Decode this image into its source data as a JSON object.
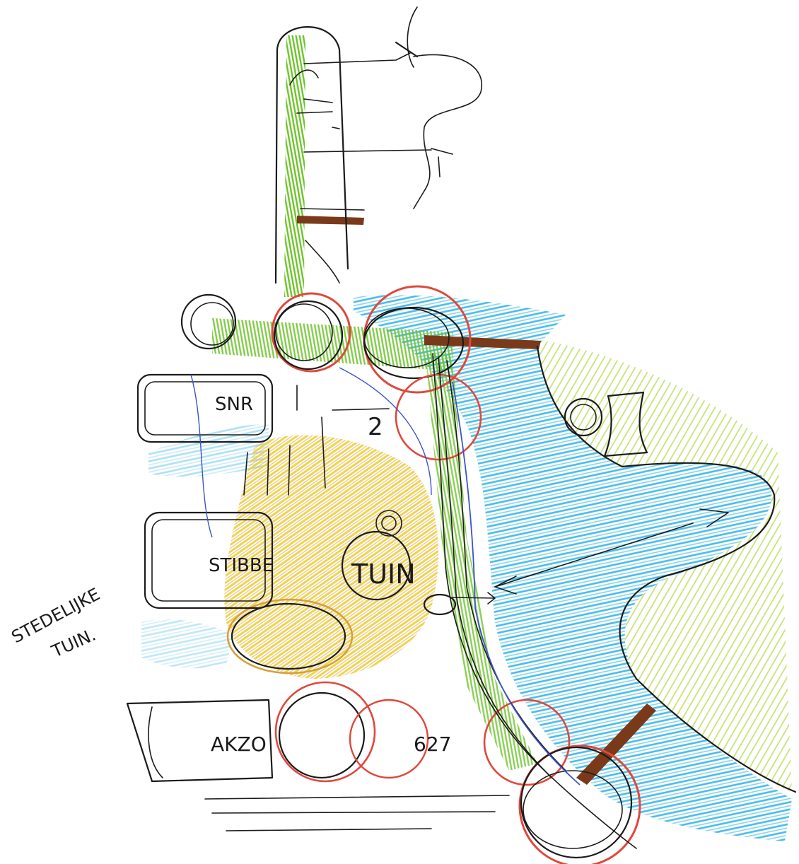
{
  "labels": {
    "snr": "SNR",
    "number_2": "2",
    "stibbe": "STIBBE",
    "tuin": "TUIN",
    "akzo": "AKZO",
    "number_627": "627",
    "stedelijke": "STEDELIJKE",
    "tuin_side": "TUIN."
  },
  "colors": {
    "ink": "#1b1b1b",
    "green": "#6cc22a",
    "light_green": "#c9e27a",
    "blue": "#34b4e6",
    "yellow": "#f0d34a",
    "orange": "#e7a43a",
    "red": "#e0483c",
    "brown": "#7a3a1a",
    "pen_blue": "#3a55c8"
  }
}
